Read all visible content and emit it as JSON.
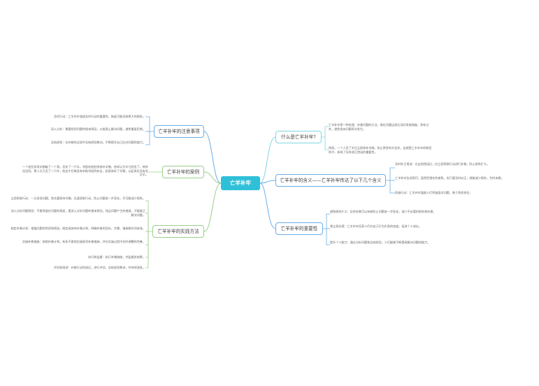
{
  "root": {
    "label": "亡羊补牢"
  },
  "branches": {
    "what": {
      "label": "什么是亡羊补牢?",
      "leaves": [
        "亡羊补牢是一种处理、补救问题的方法，指在问题出现后及时采取措施，弥补过失，避免类似问题再次发生。",
        "例如，一个人丢了羊后立即修补羊圈，防止更多的羊丢失，这就是亡羊补牢的典型例子，体现了及时改正错误的重要性。"
      ]
    },
    "meaning": {
      "label": "亡羊补牢的含义——亡羊补牢传达了以下几个含义",
      "leaves": [
        "及时补正错误：在出现错误后，应立即采取行动进行补救，防止损失扩大。",
        "亡羊补牢告诉我们，虽然犯错在所难免，但只要及时纠正，就能减少损失，为时未晚。",
        "积极行动：亡羊补牢鼓励人们积极面对问题，勇于承担责任。"
      ]
    },
    "importance": {
      "label": "亡羊补牢的重要性",
      "leaves": [
        "避免损失扩大：及时补救可以有效防止问题进一步恶化，减少不必要的损失和伤害。",
        "建立责任感：亡羊补牢培养人们对自己行为负责的态度，促进个人成长。",
        "提升个人能力：通过分析问题和总结经验，人们能够不断提高解决问题的能力。"
      ]
    },
    "notes": {
      "label": "亡羊补牢的注意事项",
      "leaves": [
        "及时行动：亡羊补牢强调及时行动的重要性，拖延可能导致更大的损失。",
        "深入分析：需要找到问题的根本原因，从根源上解决问题，避免重复犯错。",
        "总结经验：在补救的过程中总结经验教训，不断提升自己应对问题的能力。"
      ]
    },
    "story": {
      "label": "亡羊补牢的案例",
      "leaves": [
        "一个农民发现羊圈破了一个洞，丢失了一只羊。邻居劝他赶快修补羊圈，他却认为羊已经丢了，修补也没用。第二天又丢了一只羊，他这才后悔没有听取邻居的劝告，赶紧修好了羊圈，从此再也没有丢过羊。"
      ]
    },
    "methods": {
      "label": "亡羊补牢的实践方法",
      "leaves": [
        "立即采取行动：一旦发现问题，首先要保持冷静，迅速采取行动，防止问题进一步恶化，尽可能减少损失。",
        "深入分析问题原因：不要停留在问题的表面，要深入分析问题的根本原因，找出问题产生的根源，才能真正解决问题。",
        "制定补救计划：根据问题的性质和原因，制定具体的补救计划，明确补救的目标、步骤、措施和时间安排。",
        "实施补救措施：按照补救计划，有条不紊地实施各项补救措施，并在实施过程中及时调整和完善。",
        "执行和监督：执行补救措施，并监督其效果。",
        "评估和改进：补救行动完成后，进行评估，总结经验教训，并持续改进。"
      ]
    }
  }
}
